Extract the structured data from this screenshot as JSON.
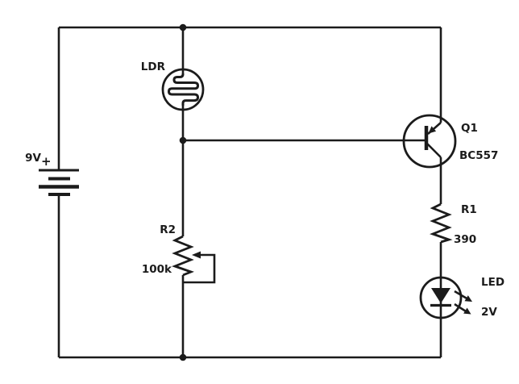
{
  "colors": {
    "ink": "#1b1b1b",
    "background": "#ffffff"
  },
  "circuit": {
    "battery": {
      "voltage": "9V",
      "polarity": "+"
    },
    "ldr": {
      "label": "LDR"
    },
    "transistor": {
      "designator": "Q1",
      "part": "BC557"
    },
    "r1": {
      "designator": "R1",
      "value": "390"
    },
    "r2": {
      "designator": "R2",
      "value": "100k"
    },
    "led": {
      "label": "LED",
      "value": "2V"
    }
  }
}
